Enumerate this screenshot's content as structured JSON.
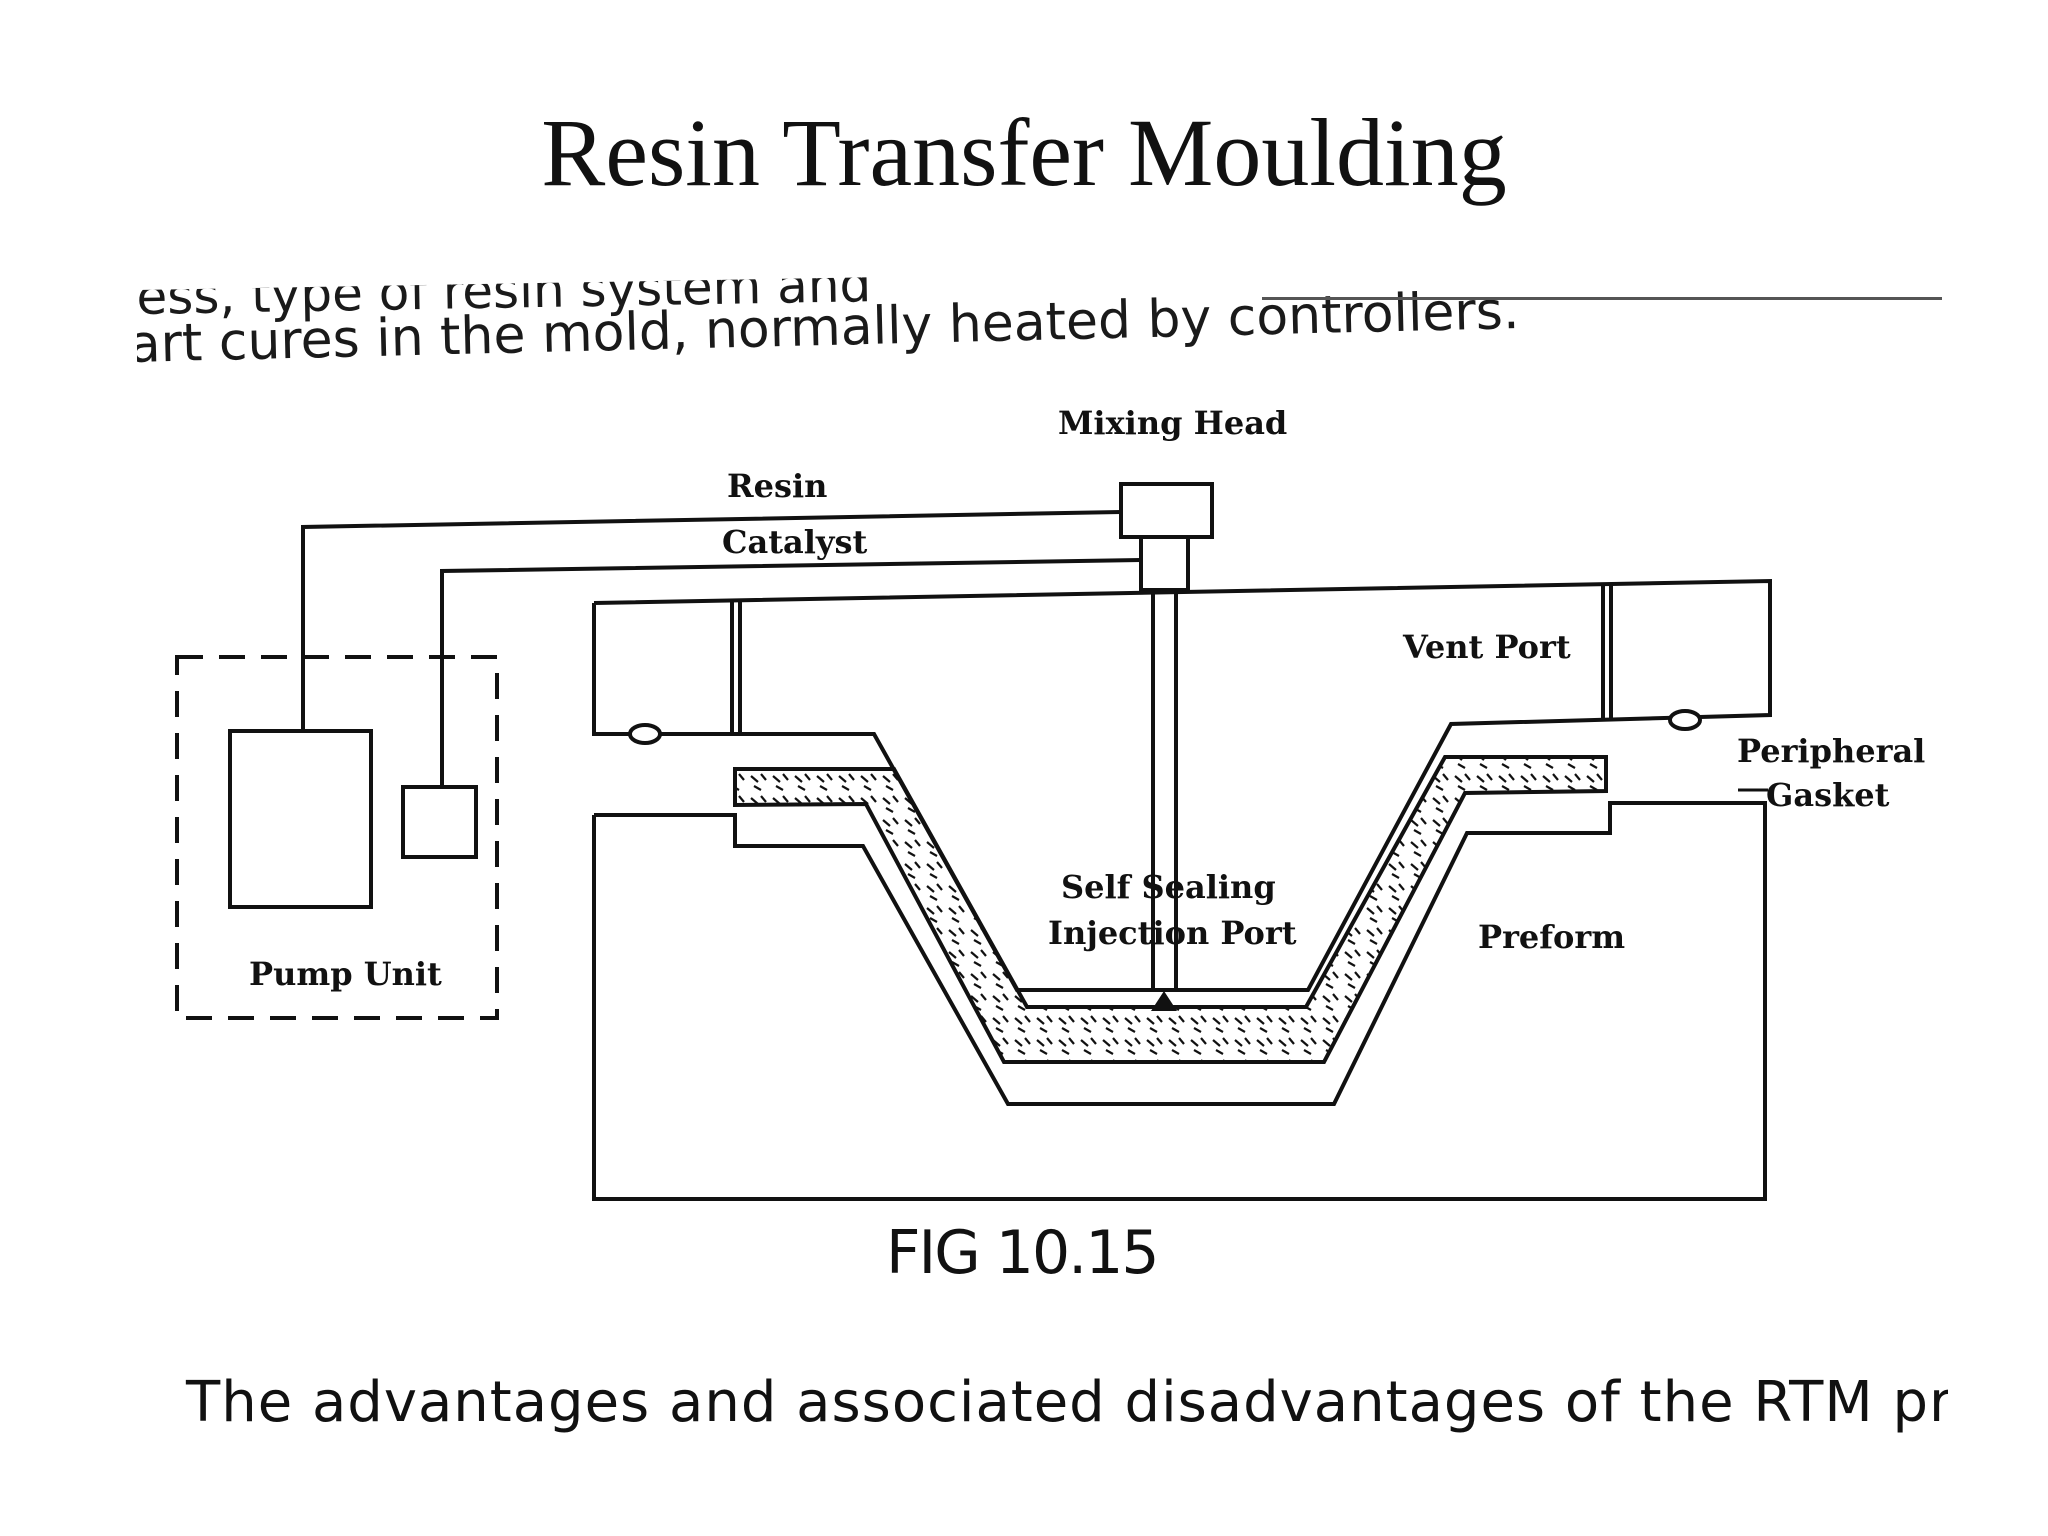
{
  "slide": {
    "title": "Resin Transfer Moulding"
  },
  "scan": {
    "line_top": "ess, type of resin system and",
    "line_second": "art cures in the mold, normally heated by controllers.",
    "bottom_line": "The advantages and associated disadvantages of the RTM proces"
  },
  "diagram": {
    "labels": {
      "mixing_head": "Mixing Head",
      "resin": "Resin",
      "catalyst": "Catalyst",
      "vent_port": "Vent Port",
      "peripheral": "Peripheral",
      "gasket": "Gasket",
      "pump_unit": "Pump Unit",
      "self_sealing": "Self Sealing",
      "injection_port": "Injection Port",
      "preform": "Preform"
    },
    "caption": "FIG 10.15"
  }
}
